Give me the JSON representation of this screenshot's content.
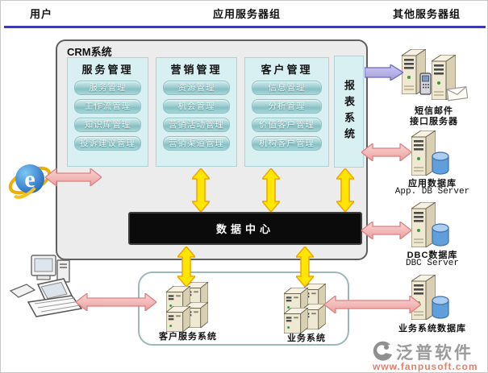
{
  "header": {
    "col_user": "用户",
    "col_app_servers": "应用服务器组",
    "col_other_servers": "其他服务器组"
  },
  "crm": {
    "title": "CRM系统",
    "columns": [
      {
        "title": "服务管理",
        "items": [
          "服务管理",
          "工作流管理",
          "知识库管理",
          "投诉建议管理"
        ]
      },
      {
        "title": "营销管理",
        "items": [
          "资源管理",
          "机会管理",
          "营销活动管理",
          "营销渠道管理"
        ]
      },
      {
        "title": "客户管理",
        "items": [
          "信息管理",
          "分析管理",
          "价值客户管理",
          "机构客户管理"
        ]
      }
    ],
    "report_system": "报表系统",
    "data_center": "数据中心"
  },
  "bottom_systems": {
    "customer_service": "客户服务系统",
    "business": "业务系统"
  },
  "right_servers": {
    "sms_email": {
      "line1": "短信邮件",
      "line2": "接口服务器"
    },
    "app_db": {
      "line1": "应用数据库",
      "line2": "App. DB Server"
    },
    "dbc_db": {
      "line1": "DBC数据库",
      "line2": "DBC Server"
    },
    "business_db": {
      "line1": "业务系统数据库"
    }
  },
  "branding": {
    "name": "泛普软件",
    "website": "www.fanpusoft.com"
  },
  "colors": {
    "divider_blue": "#3b3bb0",
    "arrow_yellow": "#ffe600",
    "arrow_yellow_border": "#efa500",
    "arrow_pink": "#f3b9b9",
    "arrow_pink_border": "#d88282",
    "arrow_purple": "#b6b2e2",
    "module_teal": "#9ccfd2",
    "panel_cyan": "#d9f0f2",
    "data_center_bg": "#0b0b0b"
  }
}
